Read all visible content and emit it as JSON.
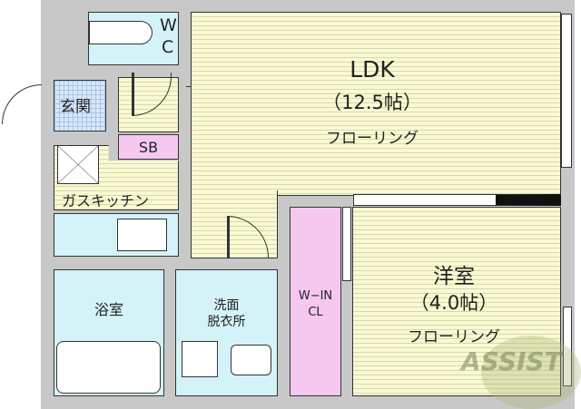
{
  "rooms": {
    "wc": {
      "label_w": "W",
      "label_c": "C"
    },
    "genkan": {
      "label": "玄関"
    },
    "sb": {
      "label": "SB"
    },
    "kitchen": {
      "label": "ガスキッチン"
    },
    "ldk": {
      "name": "LDK",
      "size": "（12.5帖）",
      "floor": "フローリング"
    },
    "bedroom": {
      "name": "洋室",
      "size": "（4.0帖）",
      "floor": "フローリング"
    },
    "closet": {
      "line1": "W−IN",
      "line2": "CL"
    },
    "bath": {
      "label": "浴室"
    },
    "washroom": {
      "line1": "洗面",
      "line2": "脱衣所"
    }
  },
  "watermark": {
    "text": "ASSIST"
  },
  "colors": {
    "wall": "#c8c8c8",
    "flooring": "#fafad2",
    "wet_area": "#d4f3f8",
    "storage": "#f6c8f0",
    "entrance_tile": "#d8e8f8"
  }
}
